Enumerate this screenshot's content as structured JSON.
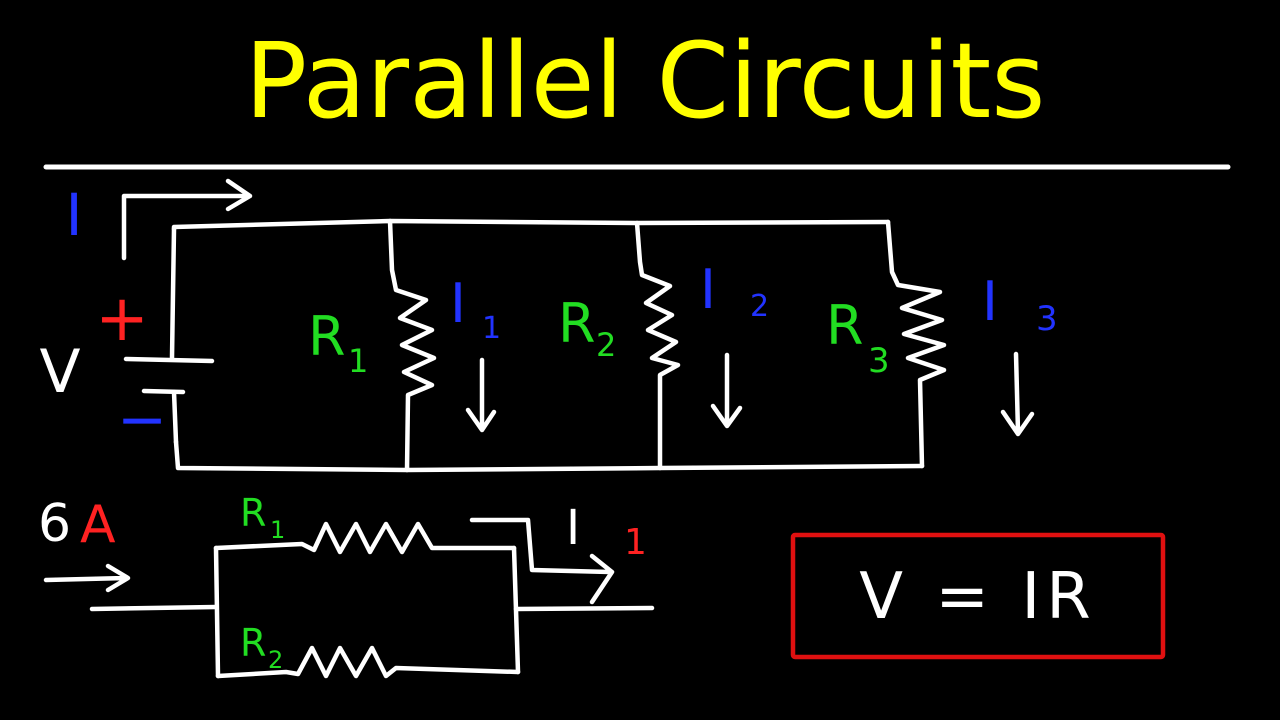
{
  "title": "Parallel Circuits",
  "colors": {
    "background": "#000000",
    "title": "#ffff00",
    "wire": "#ffffff",
    "resistor_label": "#22dd22",
    "current_label": "#2233ff",
    "polarity_plus": "#ff2222",
    "polarity_minus": "#2233ff",
    "formula_box": "#e01010"
  },
  "main_circuit": {
    "source_current": "I",
    "voltage": "V",
    "plus": "+",
    "minus": "−",
    "branches": [
      {
        "resistor": "R",
        "resistor_sub": "1",
        "current": "I",
        "current_sub": "1"
      },
      {
        "resistor": "R",
        "resistor_sub": "2",
        "current": "I",
        "current_sub": "2"
      },
      {
        "resistor": "R",
        "resistor_sub": "3",
        "current": "I",
        "current_sub": "3"
      }
    ]
  },
  "example_circuit": {
    "input_value": "6",
    "input_unit": "A",
    "r_top": "R",
    "r_top_sub": "1",
    "r_bottom": "R",
    "r_bottom_sub": "2",
    "output_current": "I",
    "output_sub": "1"
  },
  "formula": "V = IR"
}
